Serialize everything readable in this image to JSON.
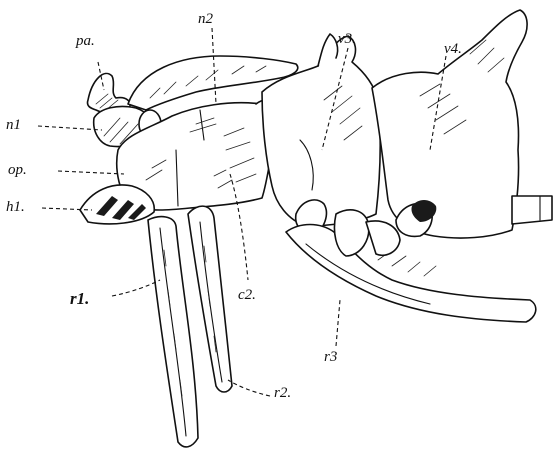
{
  "figure": {
    "labels": {
      "pa": "pa.",
      "n2": "n2",
      "v3": "v3.",
      "v4": "v4.",
      "n1": "n1",
      "op": "op.",
      "h1": "h1.",
      "c2": "c2.",
      "r1": "r1.",
      "r2": "r2.",
      "r3": "r3"
    },
    "colors": {
      "ink": "#111111",
      "paper": "#ffffff"
    }
  }
}
